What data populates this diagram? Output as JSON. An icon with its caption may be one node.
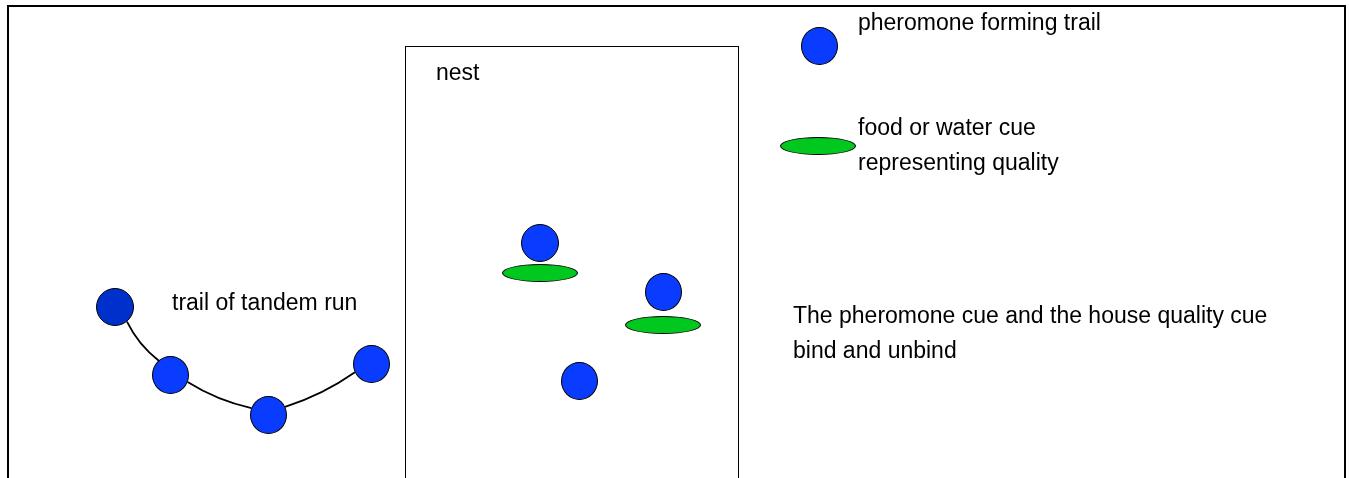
{
  "diagram": {
    "nodes": [
      {
        "text": [
          "nest"
        ]
      },
      {
        "text": [],
        "shape": "circle",
        "in": 0
      },
      {
        "text": [],
        "shape": "ellipse",
        "in": 0
      },
      {
        "text": [],
        "shape": "circle",
        "in": 0
      },
      {
        "text": [],
        "shape": "ellipse",
        "in": 0
      },
      {
        "text": [],
        "shape": "circle",
        "in": 0
      },
      {
        "text": [],
        "shape": "circle"
      },
      {
        "text": [],
        "shape": "circle"
      },
      {
        "text": [],
        "shape": "circle"
      },
      {
        "text": [],
        "shape": "circle"
      }
    ],
    "edges": [
      {
        "from": 6,
        "to": 7,
        "arrow": "none"
      },
      {
        "from": 7,
        "to": 8,
        "arrow": "none"
      },
      {
        "from": 8,
        "to": 9,
        "arrow": "none"
      }
    ],
    "labels": [
      "trail of tandem run",
      "The pheromone cue and the house quality cue bind and unbind"
    ],
    "legend": [
      {
        "text": "pheromone forming trail",
        "color": "#0a3cff"
      },
      {
        "text": "food or water cue representing quality",
        "color": "#00c81e"
      }
    ]
  }
}
